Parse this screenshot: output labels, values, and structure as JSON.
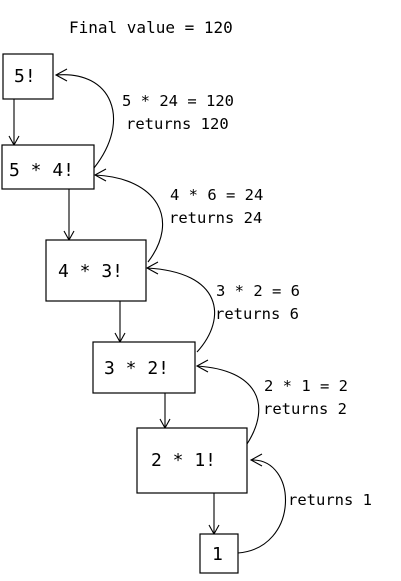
{
  "title": "Final value = 120",
  "boxes": [
    {
      "label": "5!"
    },
    {
      "label": "5 * 4!"
    },
    {
      "label": "4 * 3!"
    },
    {
      "label": "3 * 2!"
    },
    {
      "label": "2 * 1!"
    },
    {
      "label": "1"
    }
  ],
  "returns": [
    {
      "expression": "5 * 24 = 120",
      "result": "returns 120"
    },
    {
      "expression": "4 * 6 = 24",
      "result": "returns 24"
    },
    {
      "expression": "3 * 2 = 6",
      "result": "returns 6"
    },
    {
      "expression": "2 * 1 = 2",
      "result": "returns 2"
    },
    {
      "expression": "",
      "result": "returns 1"
    }
  ]
}
